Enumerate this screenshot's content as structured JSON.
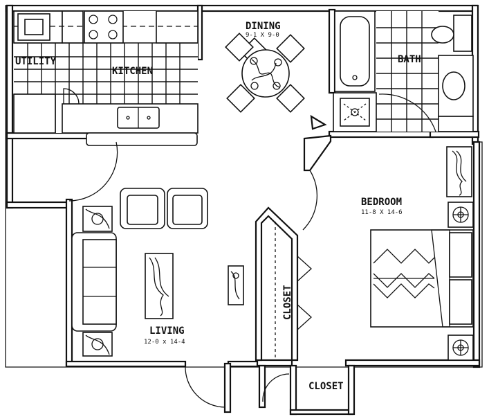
{
  "rooms": {
    "dining": {
      "name": "DINING",
      "size": "9-1 X 9-0"
    },
    "kitchen": {
      "name": "KITCHEN"
    },
    "utility": {
      "name": "UTILITY"
    },
    "bath": {
      "name": "BATH"
    },
    "bedroom": {
      "name": "BEDROOM",
      "size": "11-8 X 14-6"
    },
    "living": {
      "name": "LIVING",
      "size": "12-0 x 14-4"
    },
    "closet_hall": {
      "name": "CLOSET"
    },
    "closet_entry": {
      "name": "CLOSET"
    }
  },
  "icons": {
    "furniture": [
      "table-icon",
      "chair-icon",
      "sofa-icon",
      "bed-icon",
      "lamp-icon",
      "plant-icon"
    ],
    "fixtures": [
      "sink-icon",
      "stove-icon",
      "bathtub-icon",
      "toilet-icon",
      "water-heater-icon"
    ]
  },
  "colors": {
    "line": "#111111",
    "background": "#ffffff"
  }
}
